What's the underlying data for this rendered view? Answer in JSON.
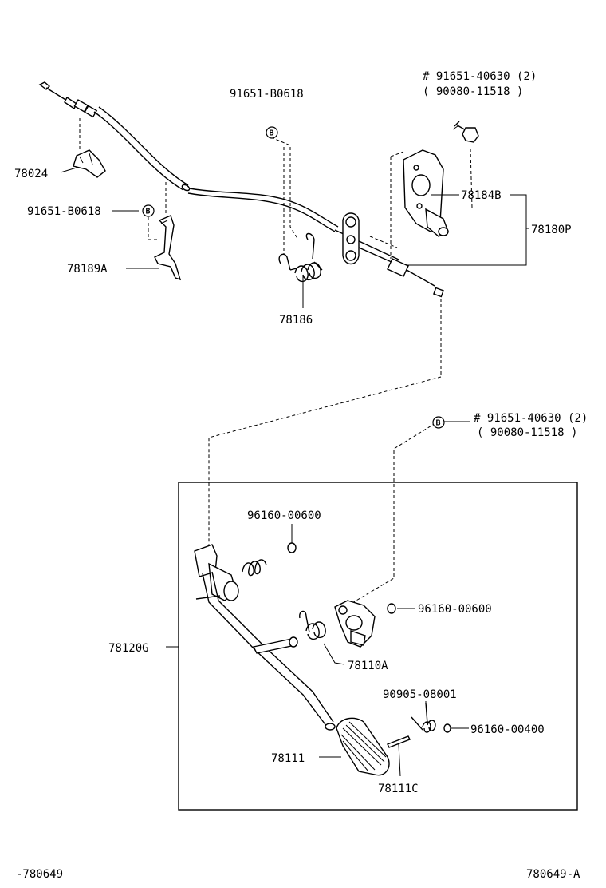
{
  "parts": {
    "p78024": "78024",
    "p91651_b0618_left": "91651-B0618",
    "p78189a": "78189A",
    "p91651_b0618_top": "91651-B0618",
    "p78186": "78186",
    "p91651_40630_top": "# 91651-40630 (2)",
    "p90080_11518_top": "( 90080-11518 )",
    "p78184b": "78184B",
    "p78180p": "78180P",
    "p91651_40630_mid": "# 91651-40630 (2)",
    "p90080_11518_mid": "( 90080-11518 )",
    "p96160_00600_top": "96160-00600",
    "p96160_00600_mid": "96160-00600",
    "p78120g": "78120G",
    "p78110a": "78110A",
    "p90905_08001": "90905-08001",
    "p96160_00400": "96160-00400",
    "p78111": "78111",
    "p78111c": "78111C"
  },
  "badge_letter": "B",
  "footer": {
    "left": "-780649",
    "right": "780649-A"
  }
}
